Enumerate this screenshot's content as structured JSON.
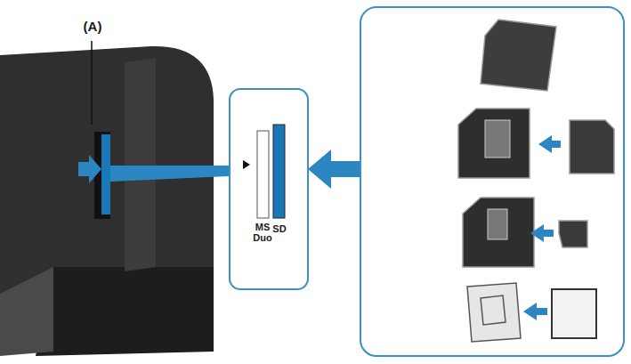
{
  "diagram": {
    "labels": [
      "(A)",
      "MS Duo",
      "SD"
    ]
  }
}
